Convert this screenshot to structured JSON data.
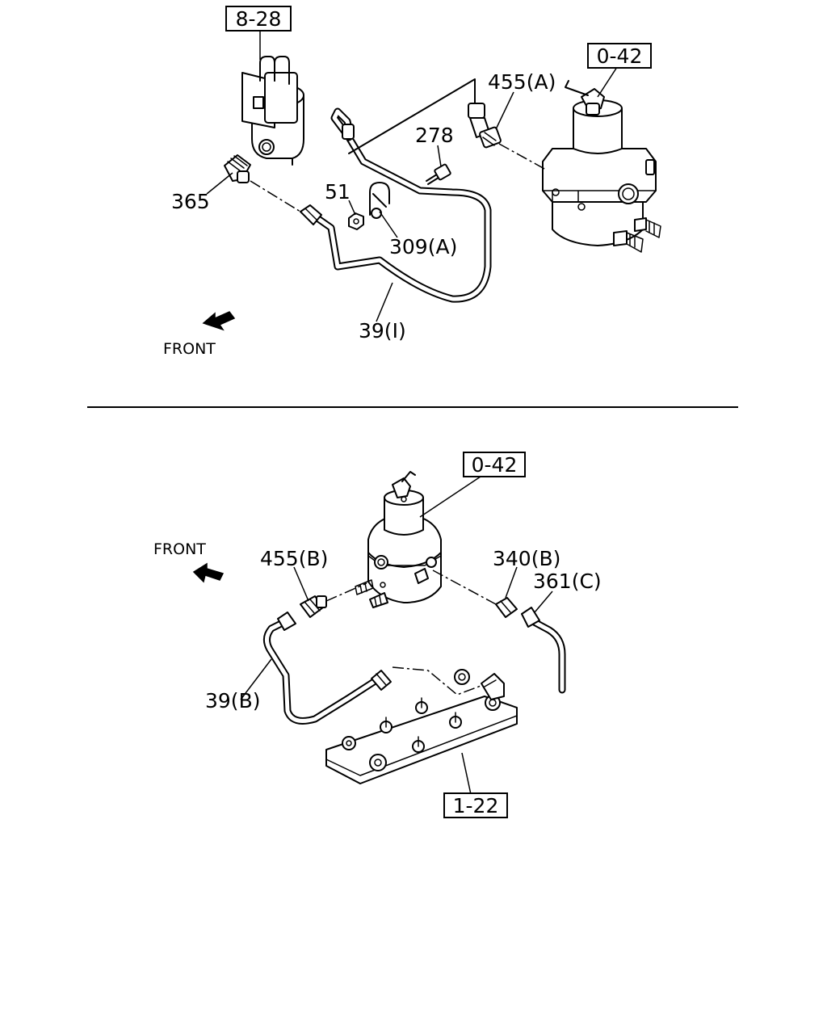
{
  "labels": {
    "ref_8_28": "8-28",
    "ref_0_42_top": "0-42",
    "ref_0_42_bottom": "0-42",
    "ref_1_22": "1-22",
    "p455a": "455(A)",
    "p278": "278",
    "p365": "365",
    "p51": "51",
    "p309a": "309(A)",
    "p39i": "39(I)",
    "front_top": "FRONT",
    "front_bottom": "FRONT",
    "p455b": "455(B)",
    "p340b": "340(B)",
    "p361c": "361(C)",
    "p39b": "39(B)"
  }
}
